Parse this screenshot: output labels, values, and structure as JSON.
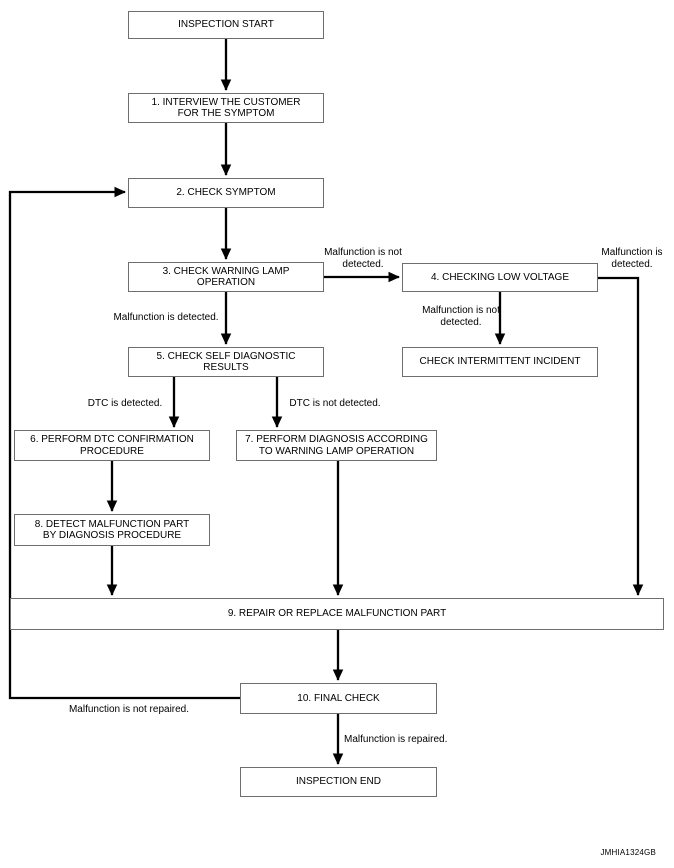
{
  "figure_code": "JMHIA1324GB",
  "colors": {
    "background": "#ffffff",
    "line": "#000000",
    "box_border": "#6e6e6e",
    "text": "#000000"
  },
  "flowchart": {
    "type": "flowchart",
    "nodes": {
      "inspection_start": "INSPECTION START",
      "step_1": "1. INTERVIEW THE CUSTOMER FOR THE SYMPTOM",
      "step_2": "2. CHECK SYMPTOM",
      "step_3": "3. CHECK WARNING LAMP OPERATION",
      "step_4": "4. CHECKING LOW VOLTAGE",
      "check_intermittent": "CHECK INTERMITTENT INCIDENT",
      "step_5": "5. CHECK SELF DIAGNOSTIC RESULTS",
      "step_6": "6. PERFORM DTC CONFIRMATION PROCEDURE",
      "step_7": "7. PERFORM DIAGNOSIS ACCORDING TO WARNING LAMP OPERATION",
      "step_8": "8. DETECT MALFUNCTION PART BY DIAGNOSIS PROCEDURE",
      "step_9": "9. REPAIR OR REPLACE MALFUNCTION PART",
      "step_10": "10. FINAL CHECK",
      "inspection_end": "INSPECTION END"
    },
    "edge_labels": {
      "lamp_not_detected": "Malfunction is not detected.",
      "lamp_detected": "Malfunction is detected.",
      "voltage_not_detected": "Malfunction is not detected.",
      "voltage_detected": "Malfunction is detected.",
      "dtc_detected": "DTC is detected.",
      "dtc_not_detected": "DTC is not detected.",
      "final_not_repaired": "Malfunction is not repaired.",
      "final_repaired": "Malfunction is repaired."
    }
  }
}
